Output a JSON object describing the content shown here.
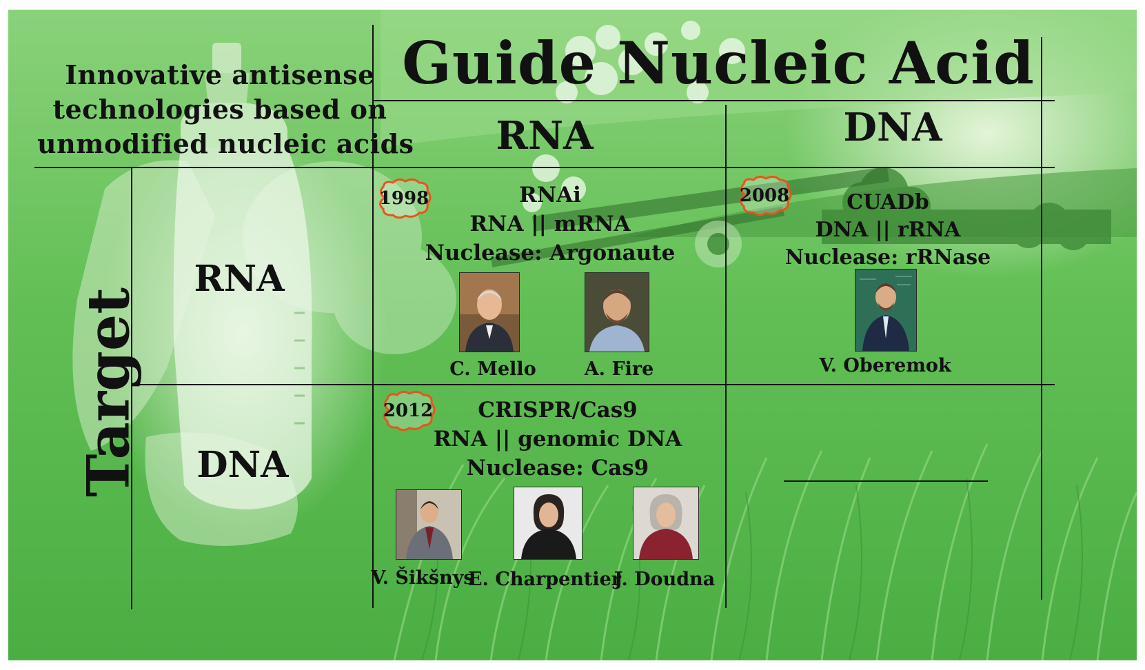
{
  "intro": {
    "line1": "Innovative  antisense",
    "line2": "technologies  based on",
    "line3": "unmodified nucleic acids"
  },
  "title": "Guide Nucleic Acid",
  "columns": {
    "rna": "RNA",
    "dna": "DNA"
  },
  "axis_label": "Target",
  "rows": {
    "rna": "RNA",
    "dna": "DNA"
  },
  "cells": {
    "rnai": {
      "year": "1998",
      "line1": "RNAi",
      "line2": "RNA || mRNA",
      "line3": "Nuclease: Argonaute",
      "people": [
        {
          "name": "C. Mello",
          "icon": "portrait-photo"
        },
        {
          "name": "A. Fire",
          "icon": "portrait-photo"
        }
      ]
    },
    "cuadb": {
      "year": "2008",
      "line1": "CUADb",
      "line2": "DNA || rRNA",
      "line3": "Nuclease: rRNase",
      "people": [
        {
          "name": "V. Oberemok",
          "icon": "portrait-photo"
        }
      ]
    },
    "crispr": {
      "year": "2012",
      "line1": "CRISPR/Cas9",
      "line2": "RNA || genomic DNA",
      "line3": "Nuclease: Cas9",
      "people": [
        {
          "name": "V. Šikšnys",
          "icon": "portrait-photo"
        },
        {
          "name": "E. Charpentier",
          "icon": "portrait-photo"
        },
        {
          "name": "J. Doudna",
          "icon": "portrait-photo"
        }
      ]
    }
  },
  "colors": {
    "background_green": "#62bf55",
    "grid_line": "#111111",
    "year_badge_outline": "#e8541c"
  }
}
